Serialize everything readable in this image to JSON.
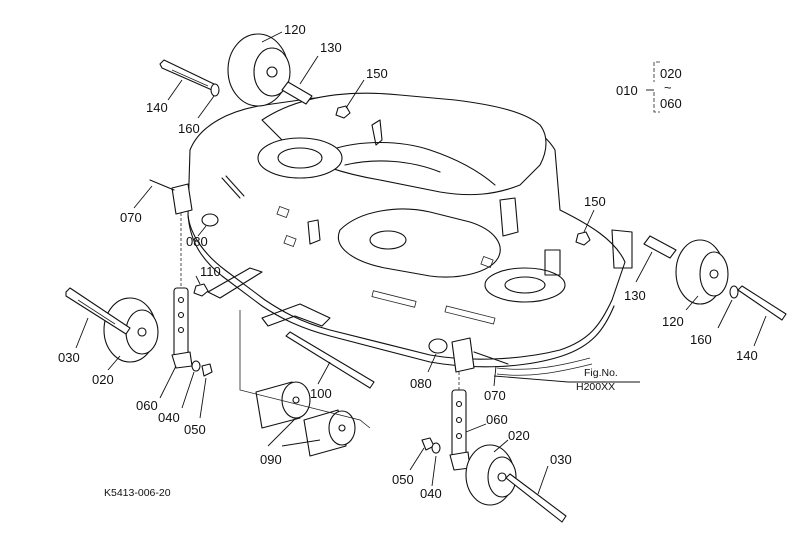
{
  "title": "",
  "drawing_code": "K5413-006-20",
  "fig_no": {
    "label": "Fig.No.",
    "code": "H200XX"
  },
  "range": {
    "from": "010",
    "top": "020",
    "tilde": "~",
    "bottom": "060"
  },
  "callouts": {
    "c120_top": "120",
    "c130_top": "130",
    "c150_top": "150",
    "c140_top": "140",
    "c160_top": "160",
    "c070_left": "070",
    "c080_left": "080",
    "c110": "110",
    "c030_left": "030",
    "c020_left": "020",
    "c060_left": "060",
    "c040_left": "040",
    "c050_left": "050",
    "c090": "090",
    "c100": "100",
    "c080_mid": "080",
    "c070_mid": "070",
    "c150_right": "150",
    "c130_right": "130",
    "c120_right": "120",
    "c160_right": "160",
    "c140_right": "140",
    "c060_bot": "060",
    "c020_bot": "020",
    "c030_bot": "030",
    "c050_bot": "050",
    "c040_bot": "040"
  }
}
